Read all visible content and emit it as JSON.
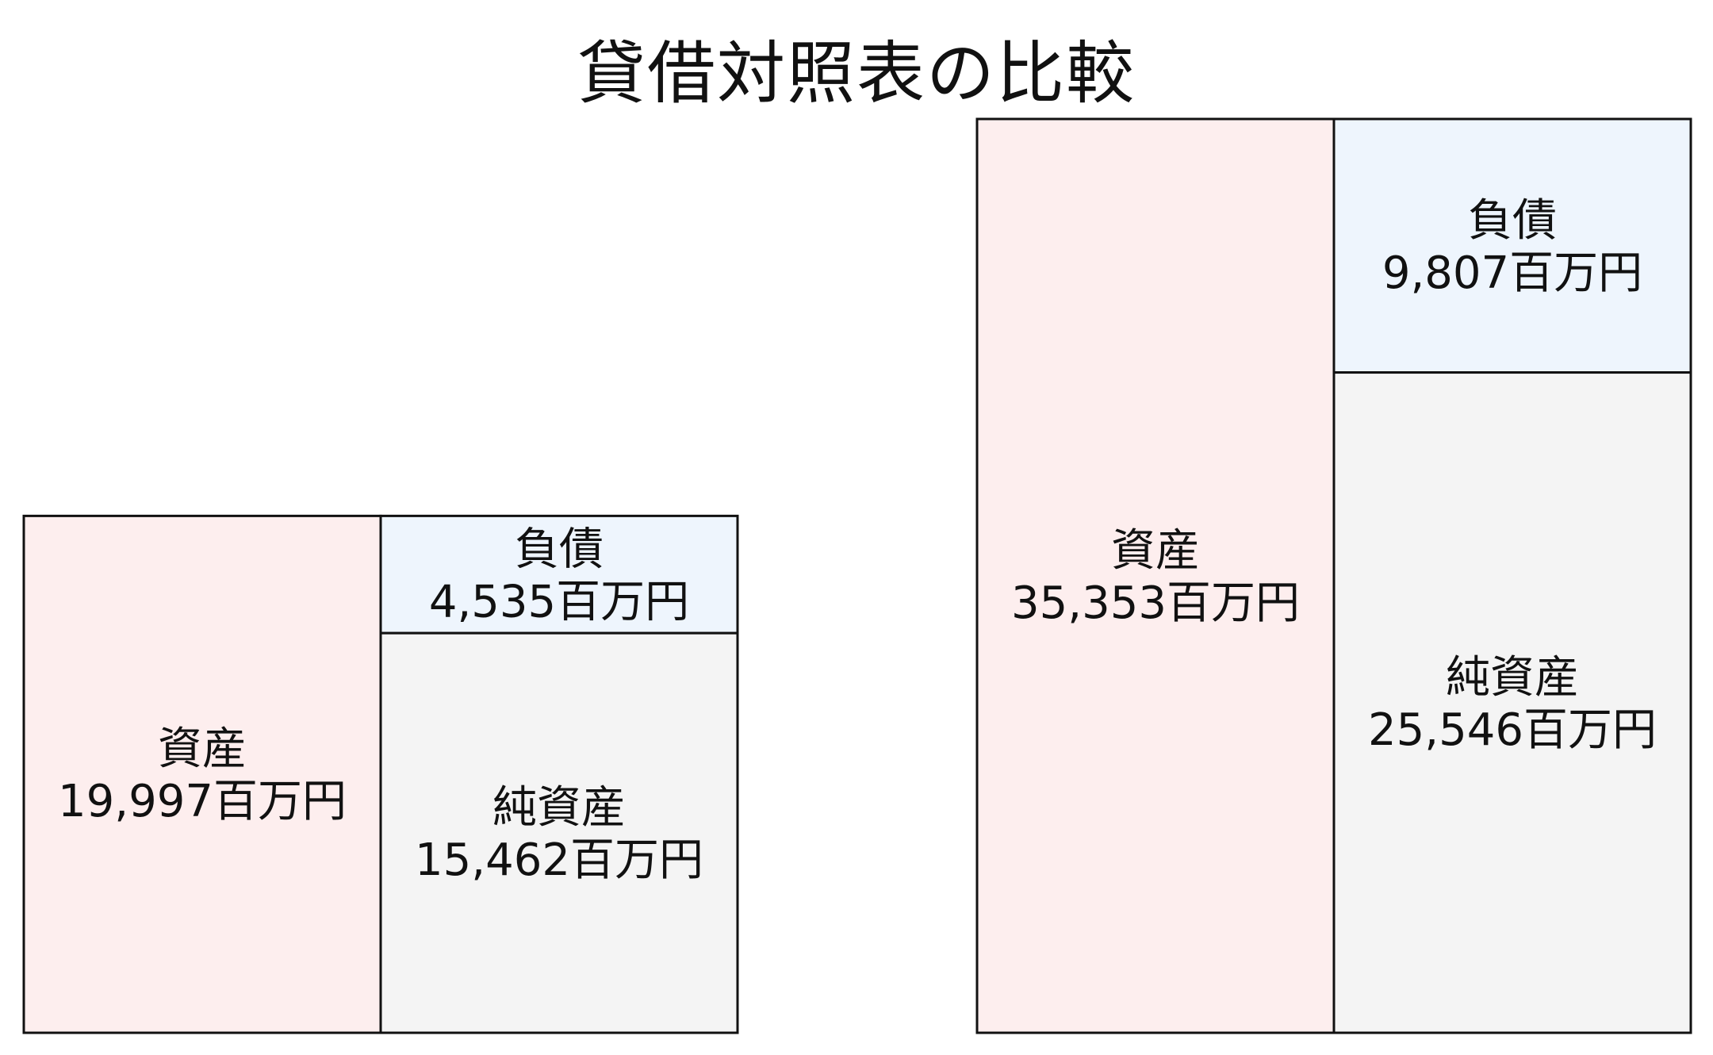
{
  "chart_data": {
    "type": "bar",
    "title": "貸借対照表の比較",
    "unit": "百万円",
    "colors": {
      "assets": "#fdeeee",
      "liabilities": "#eef5fd",
      "net_assets": "#f4f4f4",
      "border": "#111111"
    },
    "balance_sheets": [
      {
        "assets": {
          "label": "資産",
          "value": 19997,
          "value_text": "19,997百万円"
        },
        "liabilities": {
          "label": "負債",
          "value": 4535,
          "value_text": "4,535百万円"
        },
        "net_assets": {
          "label": "純資産",
          "value": 15462,
          "value_text": "15,462百万円"
        }
      },
      {
        "assets": {
          "label": "資産",
          "value": 35353,
          "value_text": "35,353百万円"
        },
        "liabilities": {
          "label": "負債",
          "value": 9807,
          "value_text": "9,807百万円"
        },
        "net_assets": {
          "label": "純資産",
          "value": 25546,
          "value_text": "25,546百万円"
        }
      }
    ]
  }
}
